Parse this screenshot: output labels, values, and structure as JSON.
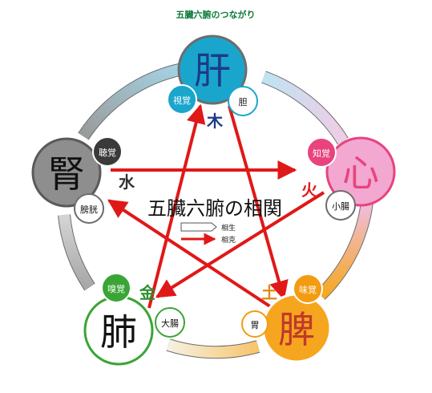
{
  "title": "五臓六腑のつながり",
  "center_title": "五臓六腑の相関",
  "legend": {
    "generating": "相生",
    "controlling": "相克"
  },
  "colors": {
    "title": "#0a7a3a",
    "wood": "#1aa6cc",
    "fire": "#e8437e",
    "earth": "#f39c12",
    "metal": "#3aa535",
    "water": "#555555",
    "control_arrow": "#e01818"
  },
  "organs": {
    "wood": {
      "organ": "肝",
      "sense": "視覚",
      "bowel": "胆",
      "element": "木"
    },
    "fire": {
      "organ": "心",
      "sense": "知覚",
      "bowel": "小腸",
      "element": "火"
    },
    "earth": {
      "organ": "脾",
      "sense": "味覚",
      "bowel": "胃",
      "element": "土"
    },
    "metal": {
      "organ": "肺",
      "sense": "嗅覚",
      "bowel": "大腸",
      "element": "金"
    },
    "water": {
      "organ": "腎",
      "sense": "聴覚",
      "bowel": "膀胱",
      "element": "水"
    }
  }
}
